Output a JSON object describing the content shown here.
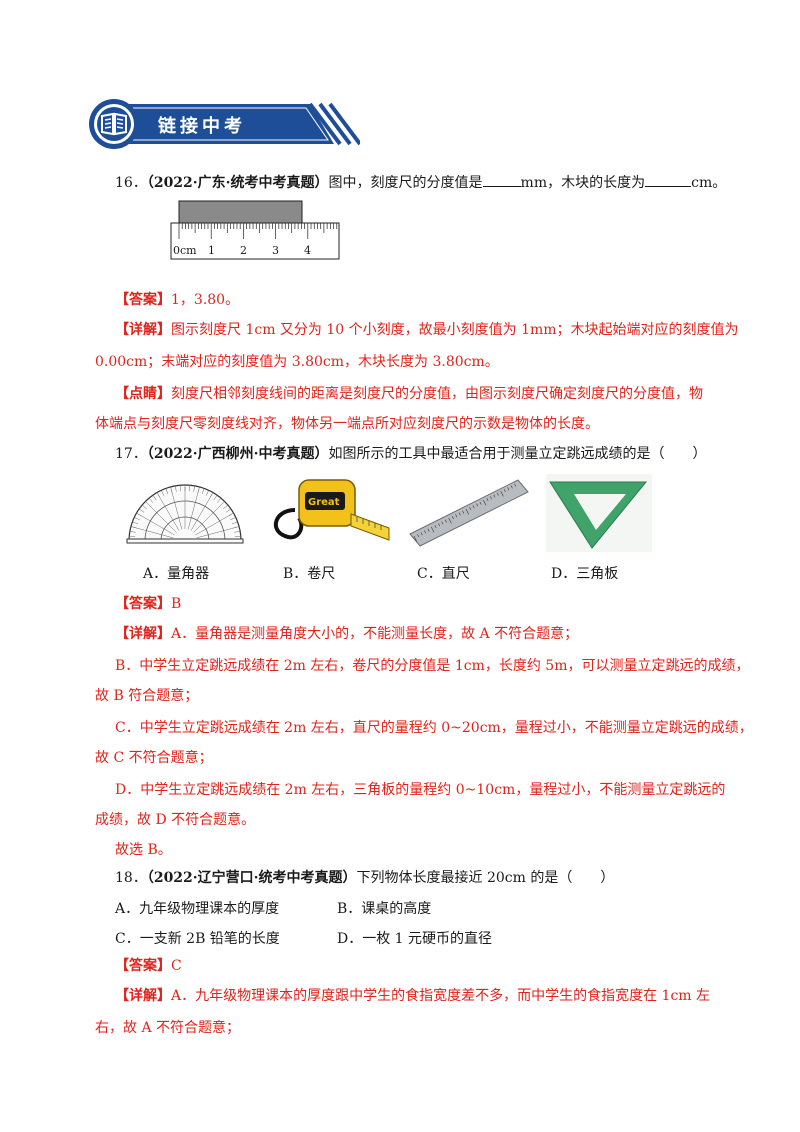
{
  "banner": {
    "title": "链接中考"
  },
  "q16": {
    "number": "16．",
    "source": "（2022·广东·统考中考真题）",
    "text_a": "图中，刻度尺的分度值是",
    "text_b": "mm，木块的长度为",
    "text_c": "cm。",
    "ruler_labels": [
      "0cm",
      "1",
      "2",
      "3",
      "4"
    ],
    "answer_tag": "【答案】",
    "answer": "1，3.80。",
    "detail_tag": "【详解】",
    "detail_1": "图示刻度尺 1cm 又分为 10 个小刻度，故最小刻度值为 1mm；木块起始端对应的刻度值为",
    "detail_2": "0.00cm；末端对应的刻度值为 3.80cm，木块长度为 3.80cm。",
    "comment_tag": "【点睛】",
    "comment_1": "刻度尺相邻刻度线间的距离是刻度尺的分度值，由图示刻度尺确定刻度尺的分度值，物",
    "comment_2": "体端点与刻度尺零刻度线对齐，物体另一端点所对应刻度尺的示数是物体的长度。"
  },
  "q17": {
    "number": "17．",
    "source": "（2022·广西柳州·中考真题）",
    "text": "如图所示的工具中最适合用于测量立定跳远成绩的是（　　）",
    "options": [
      "A．量角器",
      "B．卷尺",
      "C．直尺",
      "D．三角板"
    ],
    "tape_brand": "Great",
    "answer_tag": "【答案】",
    "answer": "B",
    "detail_tag": "【详解】",
    "detail_a": "A．量角器是测量角度大小的，不能测量长度，故 A 不符合题意；",
    "detail_b1": "B．中学生立定跳远成绩在 2m 左右，卷尺的分度值是 1cm，长度约 5m，可以测量立定跳远的成绩，",
    "detail_b2": "故 B 符合题意；",
    "detail_c1": "C．中学生立定跳远成绩在 2m 左右，直尺的量程约 0~20cm，量程过小，不能测量立定跳远的成绩，",
    "detail_c2": "故 C 不符合题意；",
    "detail_d1": "D．中学生立定跳远成绩在 2m 左右，三角板的量程约 0~10cm，量程过小，不能测量立定跳远的",
    "detail_d2": "成绩，故 D 不符合题意。",
    "conclusion": "故选 B。"
  },
  "q18": {
    "number": "18．",
    "source": "（2022·辽宁营口·统考中考真题）",
    "text": "下列物体长度最接近 20cm 的是（　　）",
    "options": [
      "A．九年级物理课本的厚度",
      "B．课桌的高度",
      "C．一支新 2B 铅笔的长度",
      "D．一枚 1 元硬币的直径"
    ],
    "answer_tag": "【答案】",
    "answer": "C",
    "detail_tag": "【详解】",
    "detail_a1": "A．九年级物理课本的厚度跟中学生的食指宽度差不多，而中学生的食指宽度在 1cm 左",
    "detail_a2": "右，故 A 不符合题意；"
  },
  "colors": {
    "answer": "#e0231c",
    "banner": "#1f4e99"
  }
}
